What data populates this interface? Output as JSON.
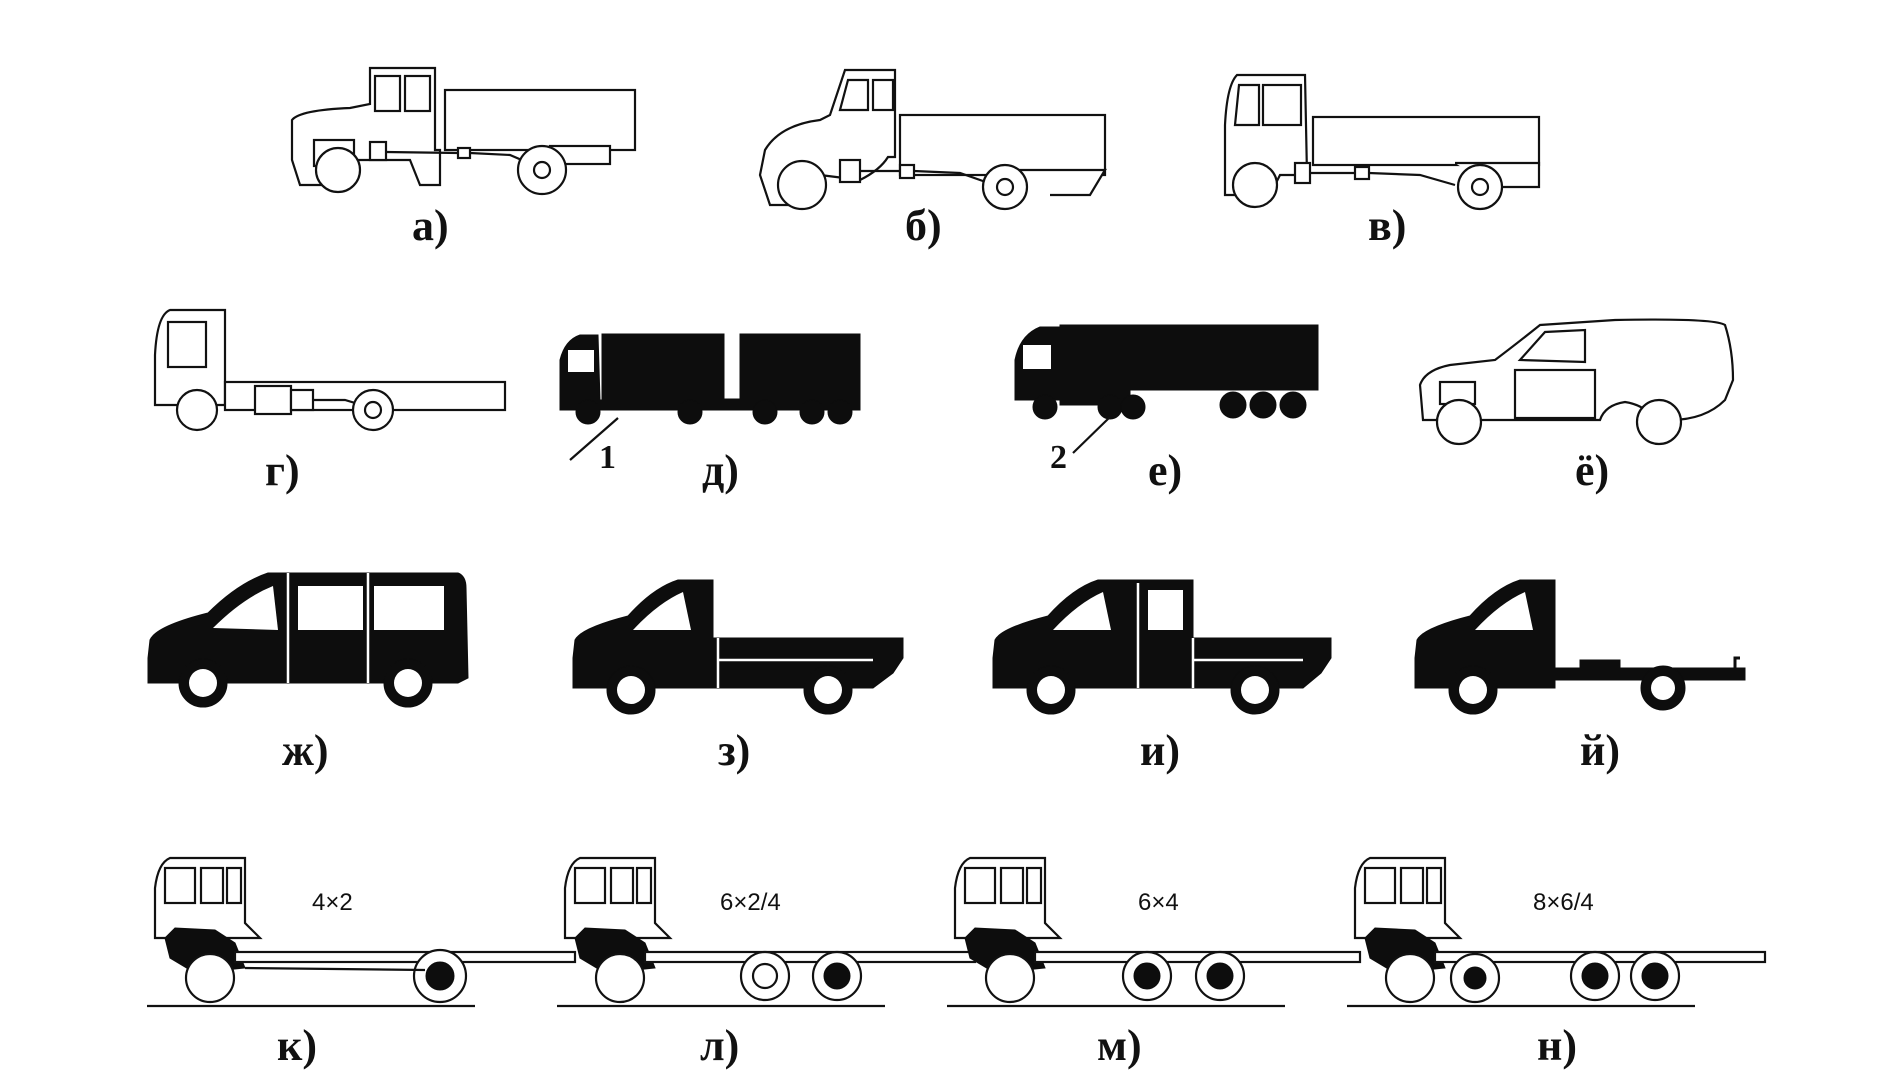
{
  "figure": {
    "panels": [
      {
        "id": "a",
        "label": "а)"
      },
      {
        "id": "b",
        "label": "б)"
      },
      {
        "id": "v",
        "label": "в)"
      },
      {
        "id": "g",
        "label": "г)"
      },
      {
        "id": "d",
        "label": "д)",
        "callout": "1"
      },
      {
        "id": "e",
        "label": "е)",
        "callout": "2"
      },
      {
        "id": "yo",
        "label": "ё)"
      },
      {
        "id": "zh",
        "label": "ж)"
      },
      {
        "id": "z",
        "label": "з)"
      },
      {
        "id": "i",
        "label": "и)"
      },
      {
        "id": "j",
        "label": "й)"
      },
      {
        "id": "k",
        "label": "к)",
        "wheel_formula": "4×2"
      },
      {
        "id": "l",
        "label": "л)",
        "wheel_formula": "6×2/4"
      },
      {
        "id": "m",
        "label": "м)",
        "wheel_formula": "6×4"
      },
      {
        "id": "n",
        "label": "н)",
        "wheel_formula": "8×6/4"
      }
    ]
  }
}
